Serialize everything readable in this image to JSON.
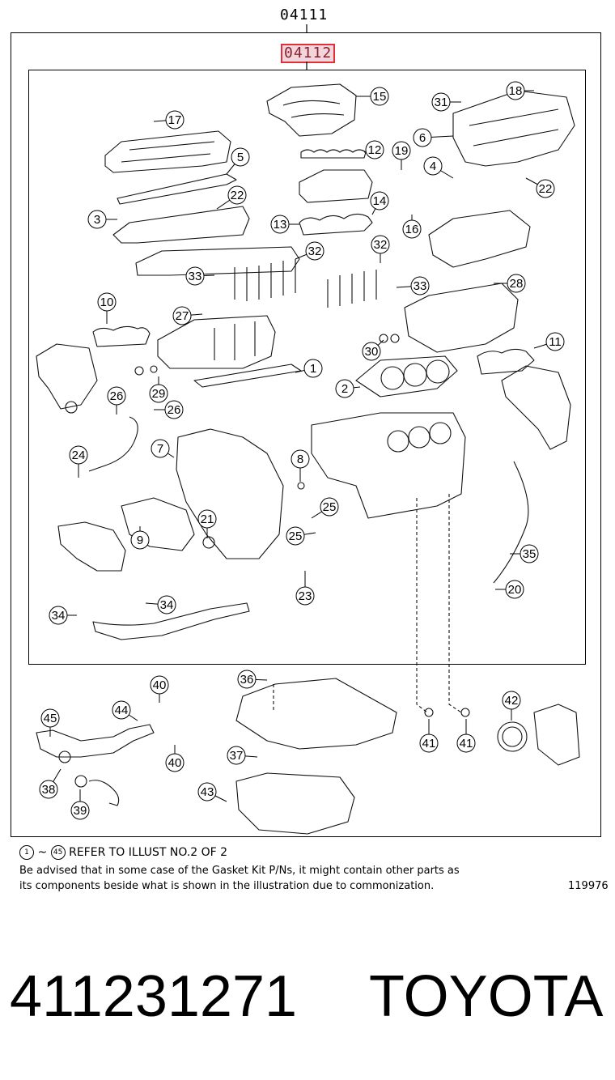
{
  "kit": {
    "main_pn": "04111",
    "sub_pn": "04112"
  },
  "callouts": [
    {
      "n": "17"
    },
    {
      "n": "5"
    },
    {
      "n": "22"
    },
    {
      "n": "3"
    },
    {
      "n": "15"
    },
    {
      "n": "12"
    },
    {
      "n": "14"
    },
    {
      "n": "13"
    },
    {
      "n": "32"
    },
    {
      "n": "33"
    },
    {
      "n": "19"
    },
    {
      "n": "16"
    },
    {
      "n": "31"
    },
    {
      "n": "18"
    },
    {
      "n": "6"
    },
    {
      "n": "4"
    },
    {
      "n": "22"
    },
    {
      "n": "32"
    },
    {
      "n": "33"
    },
    {
      "n": "28"
    },
    {
      "n": "10"
    },
    {
      "n": "27"
    },
    {
      "n": "30"
    },
    {
      "n": "11"
    },
    {
      "n": "1"
    },
    {
      "n": "29"
    },
    {
      "n": "2"
    },
    {
      "n": "26"
    },
    {
      "n": "26"
    },
    {
      "n": "7"
    },
    {
      "n": "8"
    },
    {
      "n": "24"
    },
    {
      "n": "25"
    },
    {
      "n": "25"
    },
    {
      "n": "21"
    },
    {
      "n": "9"
    },
    {
      "n": "35"
    },
    {
      "n": "23"
    },
    {
      "n": "20"
    },
    {
      "n": "34"
    },
    {
      "n": "34"
    },
    {
      "n": "36"
    },
    {
      "n": "40"
    },
    {
      "n": "44"
    },
    {
      "n": "45"
    },
    {
      "n": "42"
    },
    {
      "n": "40"
    },
    {
      "n": "41"
    },
    {
      "n": "41"
    },
    {
      "n": "37"
    },
    {
      "n": "38"
    },
    {
      "n": "39"
    },
    {
      "n": "43"
    }
  ],
  "notes": {
    "range_from": "1",
    "range_to": "45",
    "range_text": "REFER TO ILLUST NO.2 OF 2",
    "line1": "Be advised that in some case of the Gasket Kit P/Ns,  it might contain other parts as",
    "line2": "its components beside what is shown in the illustration due to commonization.",
    "illust_id": "119976"
  },
  "footer": {
    "part_number": "411231271",
    "brand": "TOYOTA"
  }
}
